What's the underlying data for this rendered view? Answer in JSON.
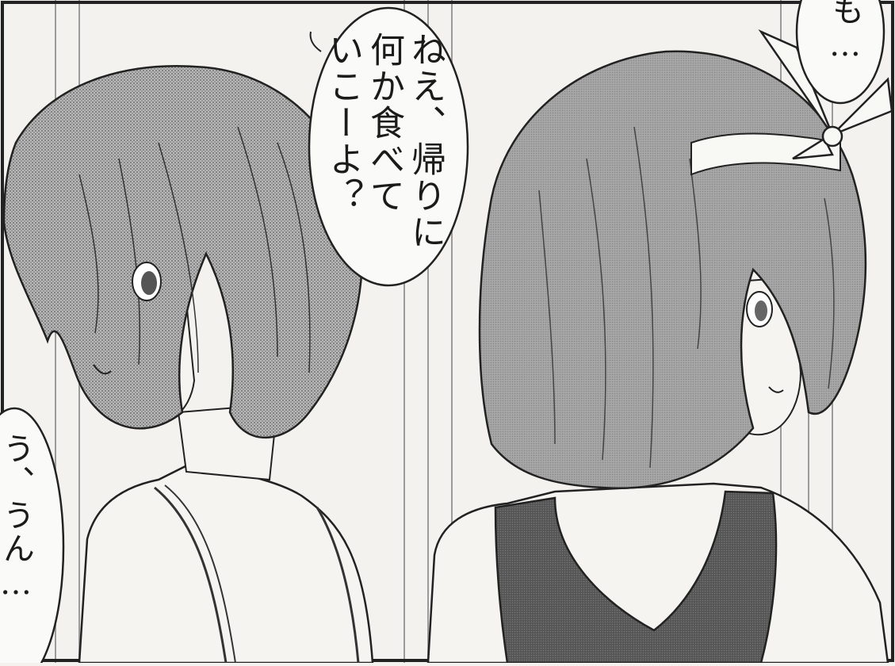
{
  "panel": {
    "speech": {
      "main": "ねえ、帰りに何か食べていこーよ？",
      "main_lines": [
        "ねえ、帰りに",
        "何か食べて",
        "いこーよ？"
      ],
      "left": "う、うん…",
      "topright": "も…"
    }
  },
  "colors": {
    "paper": "#f3f2ef",
    "ink": "#1b1b1b",
    "screentone_hair": "#8e8e8e",
    "screentone_dark": "#5f5f5f",
    "skin": "#f5f4f1"
  }
}
